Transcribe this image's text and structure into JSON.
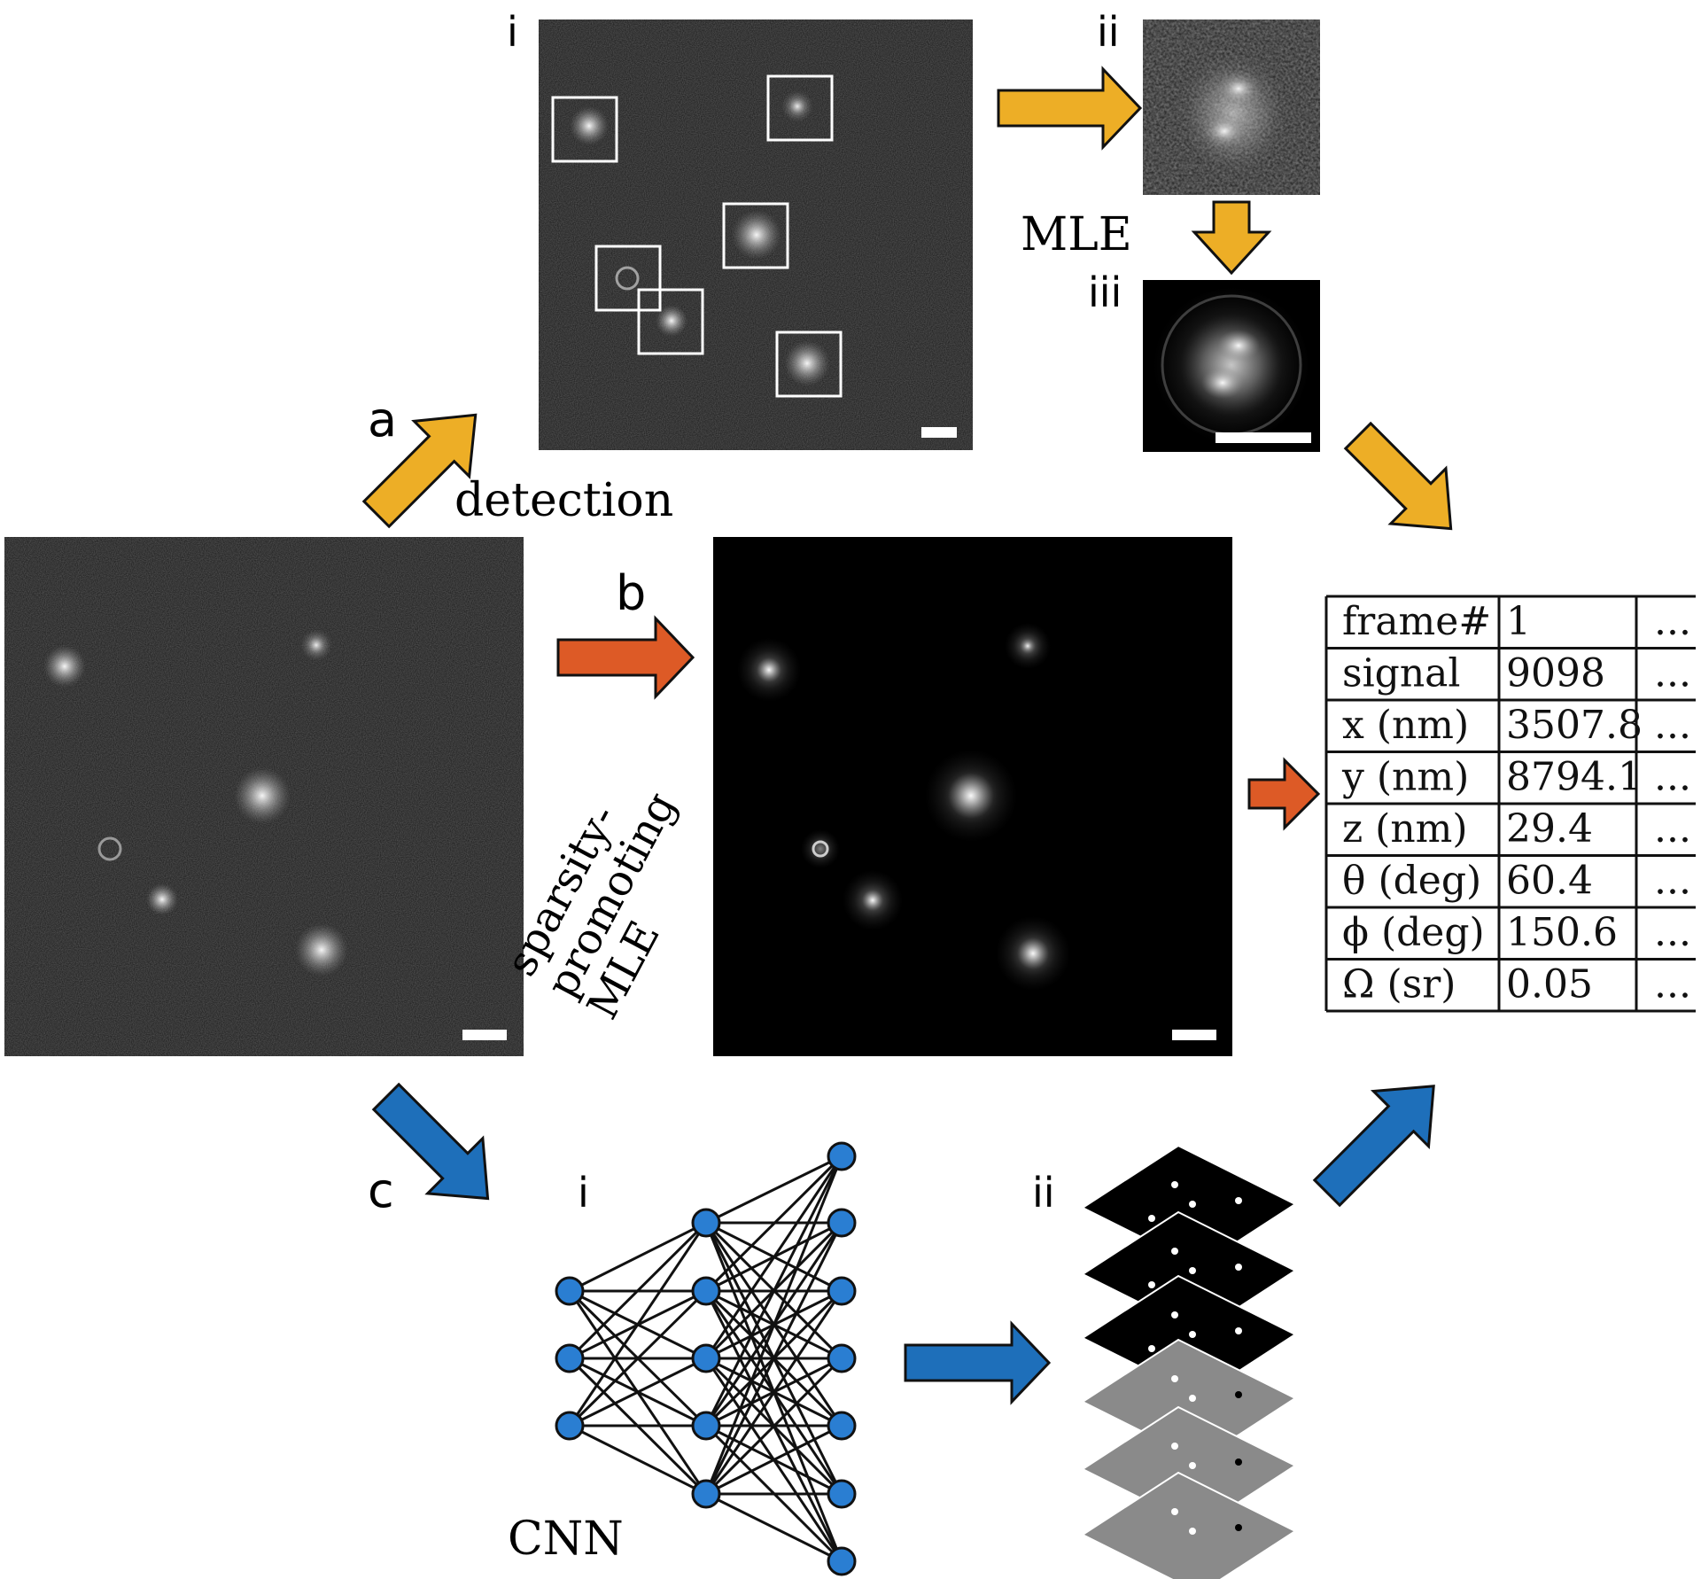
{
  "labels": {
    "panel_a": "a",
    "panel_b": "b",
    "panel_c": "c",
    "a_i": "i",
    "a_ii": "ii",
    "a_iii": "iii",
    "c_i": "i",
    "c_ii": "ii",
    "detection": "detection",
    "mle": "MLE",
    "sparsity_line1": "sparsity-",
    "sparsity_line2": "promoting",
    "sparsity_line3": "MLE",
    "cnn": "CNN"
  },
  "colors": {
    "orange": "#EDAE26",
    "red": "#DD5A26",
    "blue": "#1E6FBA",
    "node": "#2A7ED2",
    "outline": "#111111"
  },
  "table": {
    "rows": [
      {
        "param": "frame#",
        "value": "1",
        "more": "..."
      },
      {
        "param": "signal",
        "value": "9098",
        "more": "..."
      },
      {
        "param": "x (nm)",
        "value": "3507.8",
        "more": "..."
      },
      {
        "param": "y (nm)",
        "value": "8794.1",
        "more": "..."
      },
      {
        "param": "z (nm)",
        "value": "29.4",
        "more": "..."
      },
      {
        "param": "θ (deg)",
        "value": "60.4",
        "more": "..."
      },
      {
        "param": "ϕ (deg)",
        "value": "150.6",
        "more": "..."
      },
      {
        "param": "Ω (sr)",
        "value": "0.05",
        "more": "..."
      }
    ]
  },
  "icons": {
    "scale_bar": "scale-bar-icon",
    "arrow": "block-arrow-icon",
    "network": "neural-network-icon"
  }
}
